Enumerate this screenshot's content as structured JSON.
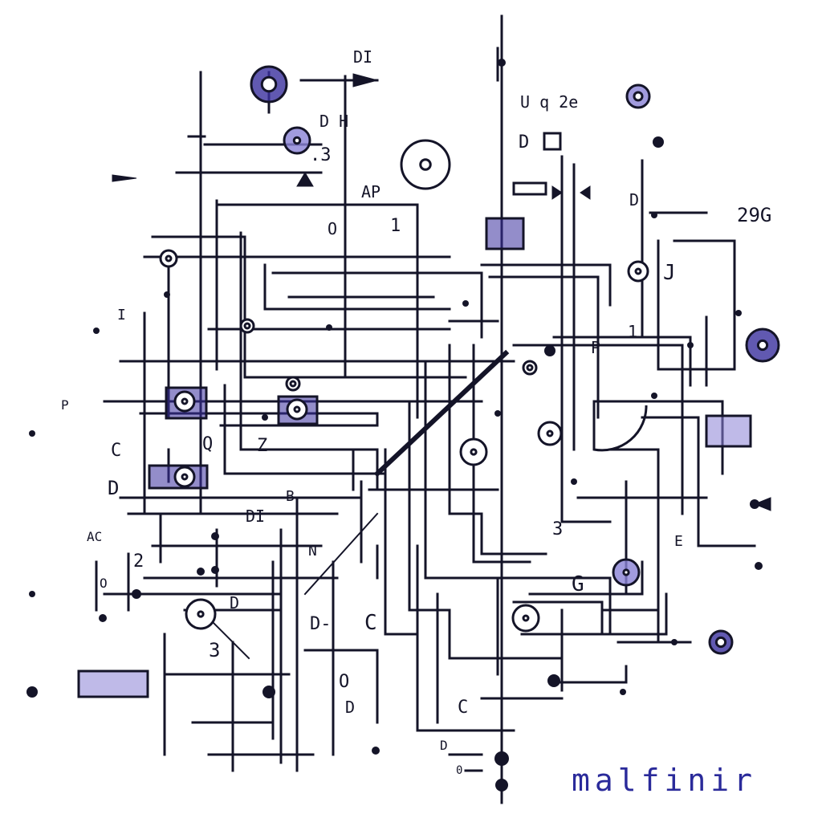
{
  "colors": {
    "background": "#ffffff",
    "ink": "#141428",
    "accent": "#3a2f9e",
    "accent_light": "#8a82d6"
  },
  "labels": {
    "d1_top": "DI",
    "u_q2e": "U q 2e",
    "d_h": "D H",
    "d_box": "D",
    "three_a": ".3",
    "ap": "AP",
    "o_a": "O",
    "one": "1",
    "num_29g": "29G",
    "d_right": "D",
    "j": "J",
    "p_a": "P",
    "one_a": "1",
    "i": "I",
    "p_left": "P",
    "c_left": "C",
    "q_left": "Q",
    "z": "Z",
    "d_left": "D",
    "b": "B",
    "di_mid": "DI",
    "ac": "AC",
    "n": "N",
    "two": "2",
    "o_left": "O",
    "d_low": "D",
    "three_b": "3",
    "d_dash": "D-",
    "c_mid": "C",
    "three_c": "3",
    "g": "G",
    "o_bottom": "O",
    "d_bottom": "D",
    "c_bottom": "C",
    "d_small": "D",
    "zero_bottom": "0",
    "e_right": "E"
  },
  "signature": "malfinir"
}
